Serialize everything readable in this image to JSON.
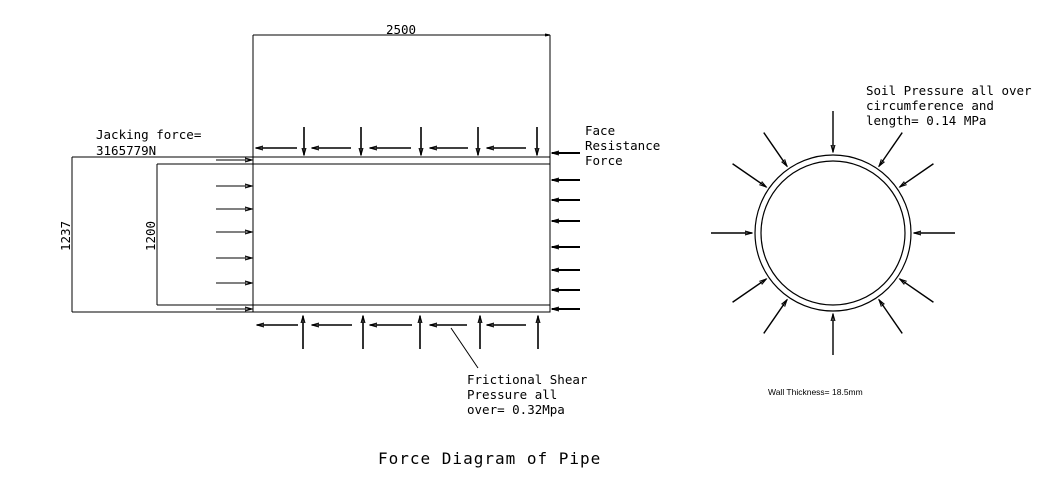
{
  "title": "Force Diagram of Pipe",
  "dimensions": {
    "length": "2500",
    "outer_diameter": "1237",
    "inner_diameter": "1200"
  },
  "labels": {
    "jacking": [
      "Jacking force=",
      "3165779N"
    ],
    "face": [
      "Face",
      "Resistance",
      "Force"
    ],
    "friction": [
      "Frictional Shear",
      "Pressure all",
      "over= 0.32Mpa"
    ],
    "soil": [
      "Soil Pressure all over",
      "circumference and",
      "length= 0.14 MPa"
    ],
    "wall": "Wall Thickness= 18.5mm"
  }
}
